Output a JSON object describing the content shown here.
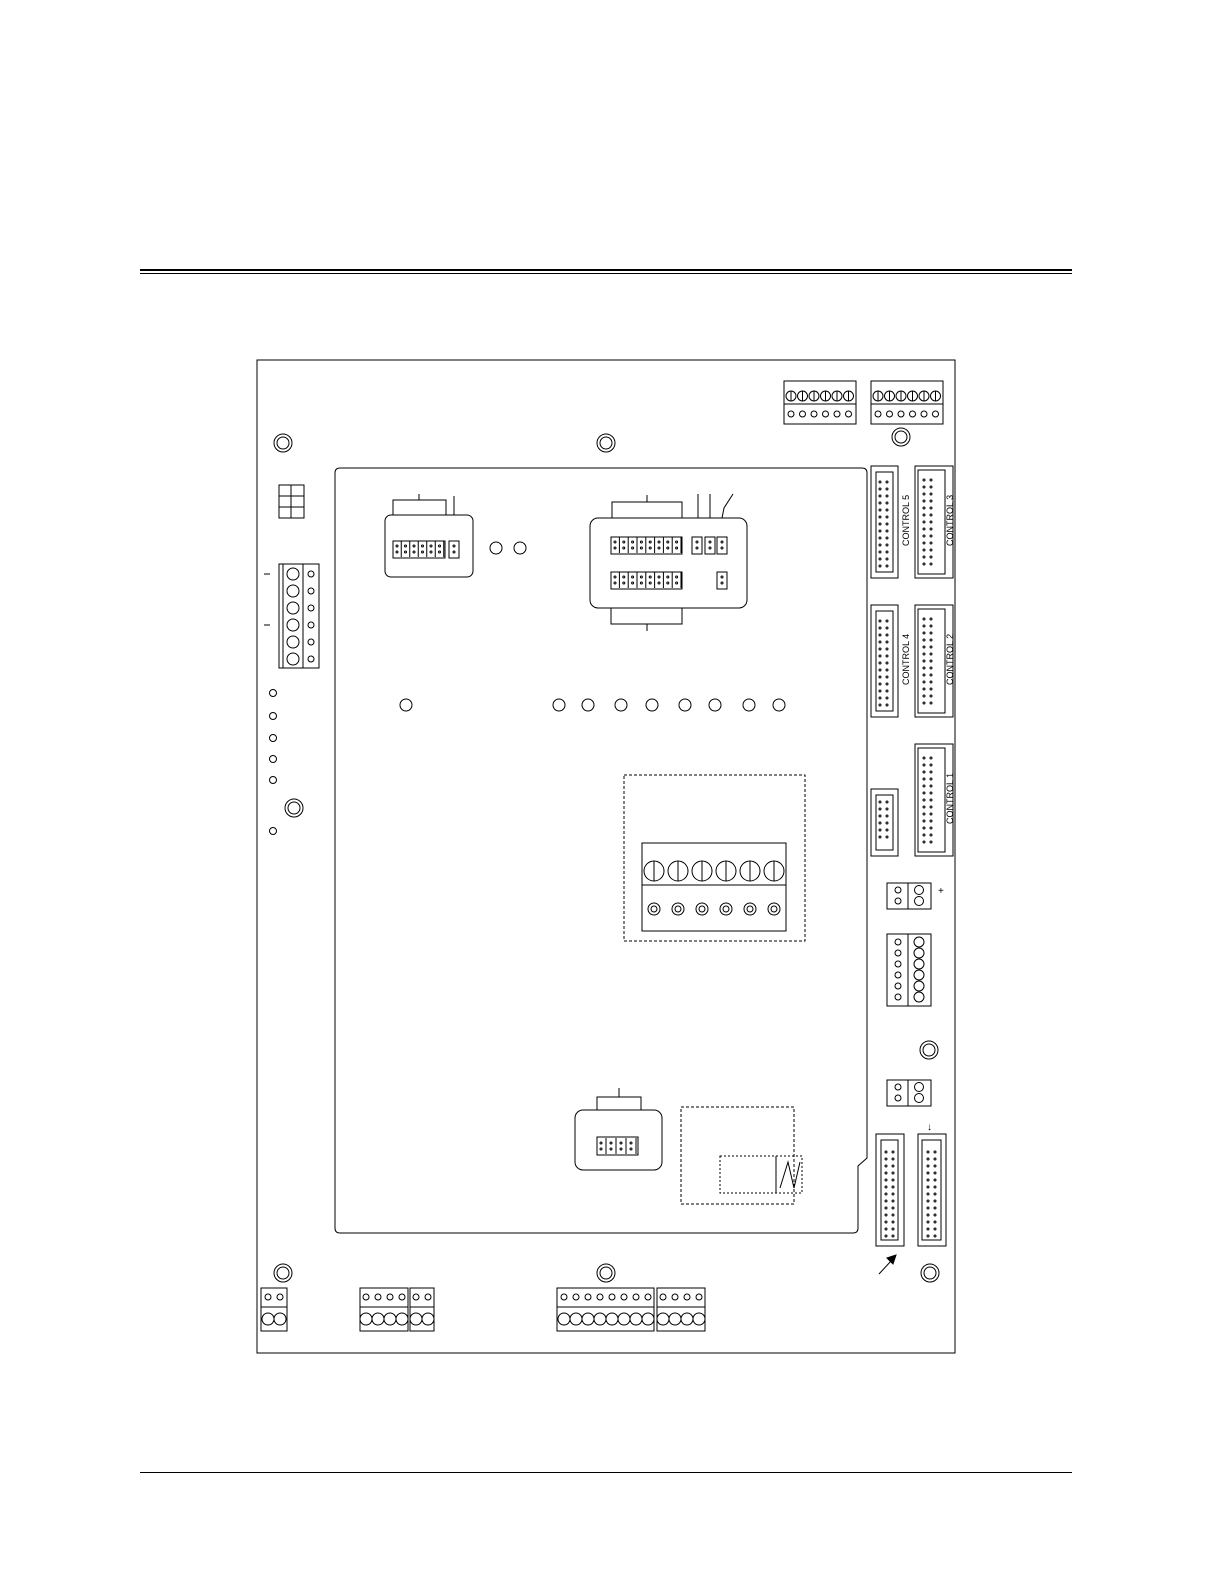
{
  "page": {
    "header_rule": "double",
    "footer_rule": "single"
  },
  "board": {
    "connector_labels": {
      "control_5": "CONTROL 5",
      "control_3": "CONTROL 3",
      "control_4": "CONTROL 4",
      "control_2": "CONTROL 2",
      "control_1": "CONTROL 1"
    },
    "polarity_mark": "+",
    "arrow_mark": "↓"
  },
  "colors": {
    "ink": "#000000",
    "paper": "#ffffff"
  }
}
